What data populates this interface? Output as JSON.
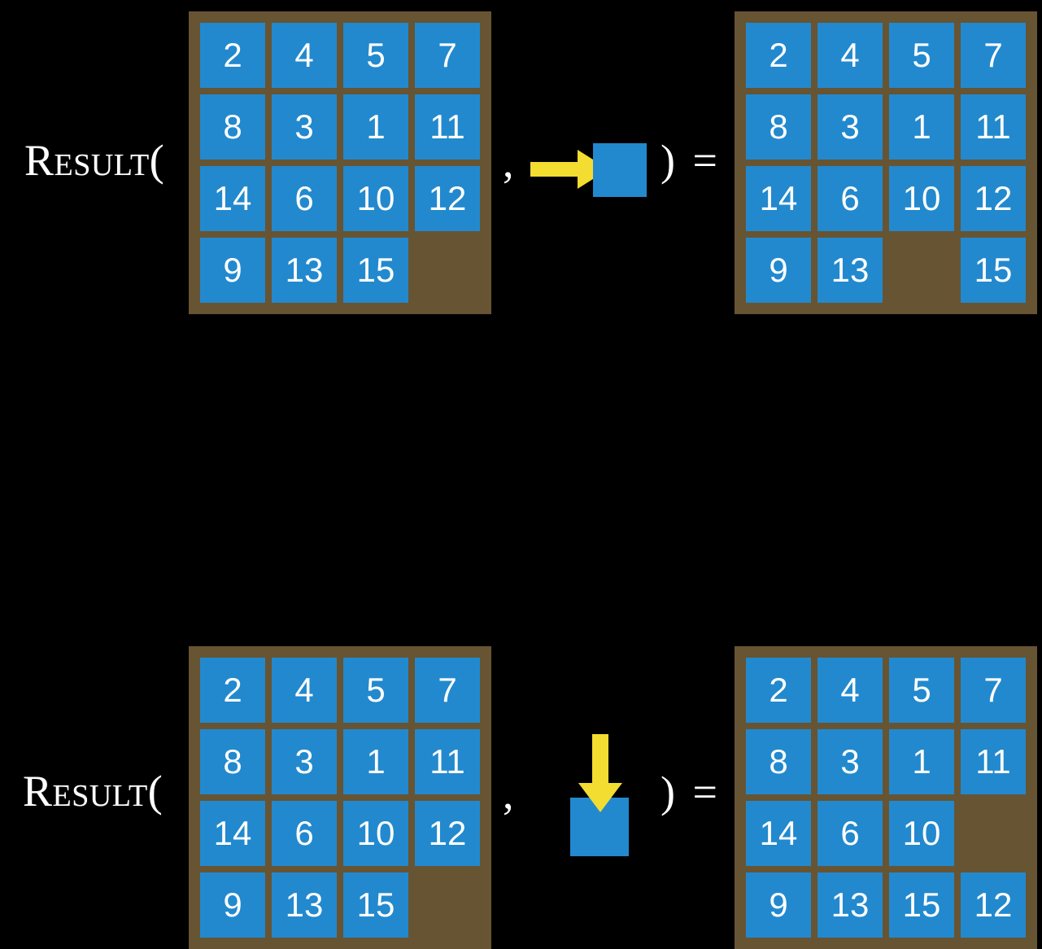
{
  "page": {
    "background_color": "#000000",
    "tile_color": "#2289ce",
    "board_color": "#675433",
    "arrow_color": "#f2dd30",
    "text_color": "#ffffff"
  },
  "rows": [
    {
      "id": "row-top",
      "label": "Result(",
      "comma": ",",
      "close_paren_equals": ") =",
      "operation": {
        "arrow": "right-arrow-icon",
        "direction": "right",
        "tile": {
          "value": "",
          "color": "#2289ce"
        }
      },
      "board_left": {
        "name": "input-board",
        "grid": [
          [
            "2",
            "4",
            "5",
            "7"
          ],
          [
            "8",
            "3",
            "1",
            "11"
          ],
          [
            "14",
            "6",
            "10",
            "12"
          ],
          [
            "9",
            "13",
            "15",
            ""
          ]
        ]
      },
      "board_right": {
        "name": "output-board",
        "grid": [
          [
            "2",
            "4",
            "5",
            "7"
          ],
          [
            "8",
            "3",
            "1",
            "11"
          ],
          [
            "14",
            "6",
            "10",
            "12"
          ],
          [
            "9",
            "13",
            "",
            "15"
          ]
        ]
      }
    },
    {
      "id": "row-bottom",
      "label": "Result(",
      "comma": ",",
      "close_paren_equals": ") =",
      "operation": {
        "arrow": "down-arrow-icon",
        "direction": "down",
        "tile": {
          "value": "",
          "color": "#2289ce"
        }
      },
      "board_left": {
        "name": "input-board",
        "grid": [
          [
            "2",
            "4",
            "5",
            "7"
          ],
          [
            "8",
            "3",
            "1",
            "11"
          ],
          [
            "14",
            "6",
            "10",
            "12"
          ],
          [
            "9",
            "13",
            "15",
            ""
          ]
        ]
      },
      "board_right": {
        "name": "output-board",
        "grid": [
          [
            "2",
            "4",
            "5",
            "7"
          ],
          [
            "8",
            "3",
            "1",
            "11"
          ],
          [
            "14",
            "6",
            "10",
            ""
          ],
          [
            "9",
            "13",
            "15",
            "12"
          ]
        ]
      }
    }
  ]
}
